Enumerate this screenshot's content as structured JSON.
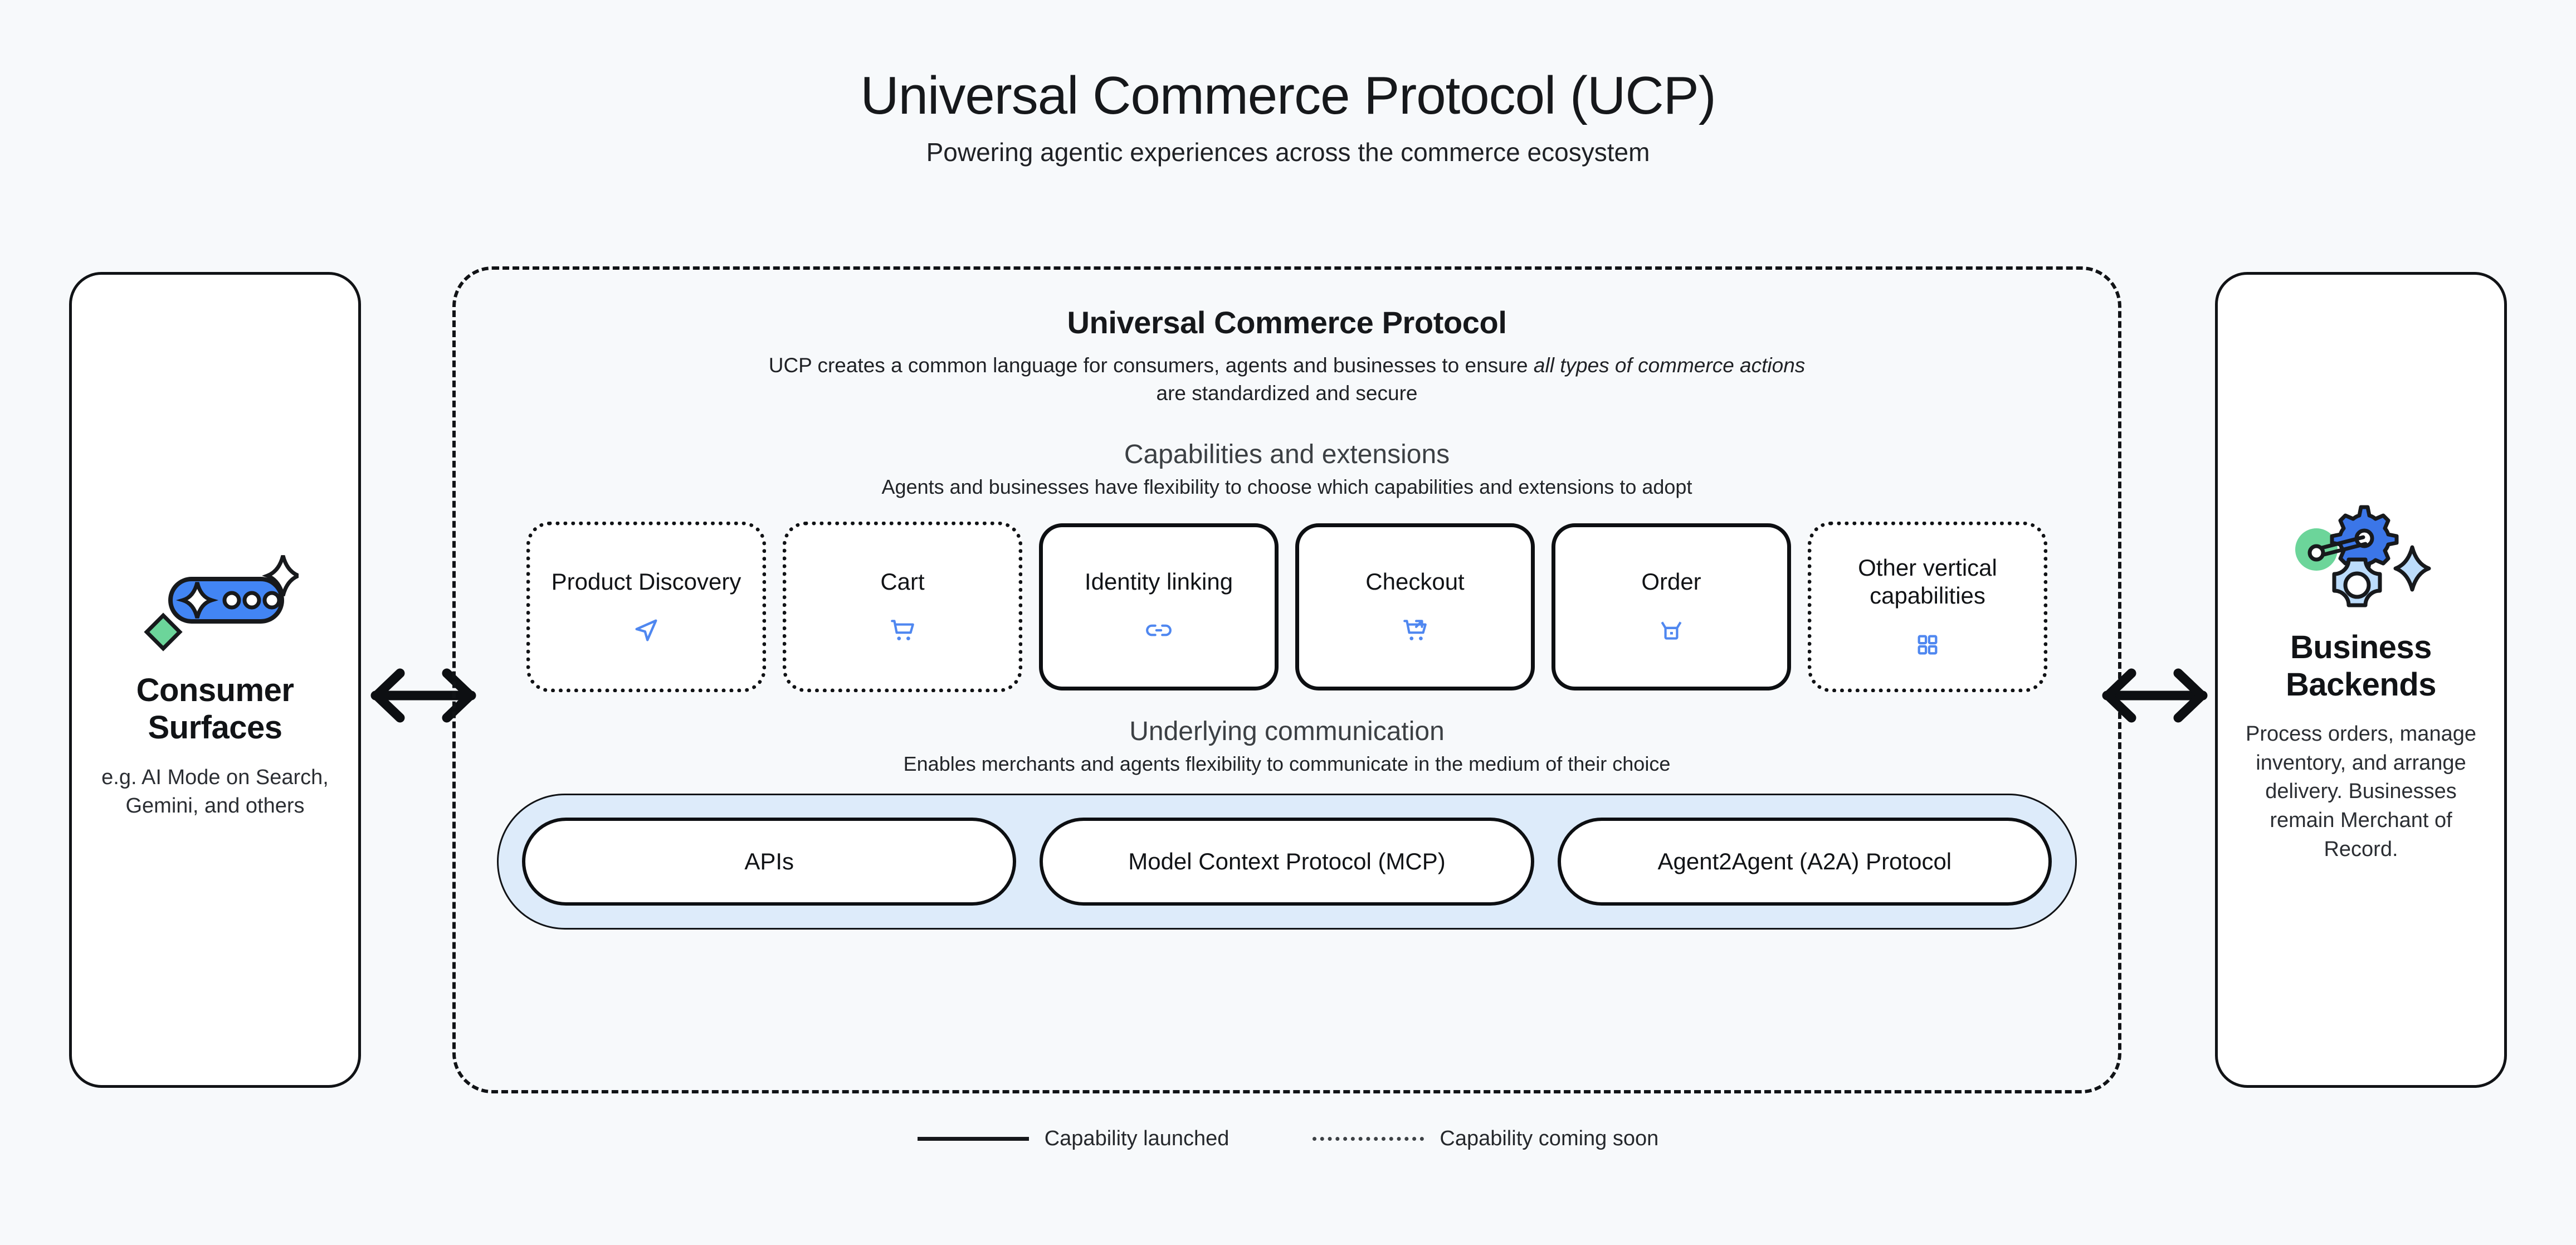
{
  "header": {
    "title": "Universal Commerce Protocol (UCP)",
    "subtitle": "Powering agentic experiences across the commerce ecosystem"
  },
  "left_panel": {
    "icon": "ai-chat-bubble-sparkle-icon",
    "title": "Consumer Surfaces",
    "description": "e.g. AI Mode on Search, Gemini, and others"
  },
  "right_panel": {
    "icon": "gears-cog-sparkle-icon",
    "title": "Business Backends",
    "description": "Process orders, manage inventory, and arrange delivery. Businesses remain Merchant of Record."
  },
  "arrows": {
    "left": "double-headed-arrow-icon",
    "right": "double-headed-arrow-icon"
  },
  "ucp": {
    "title": "Universal Commerce Protocol",
    "description_pre": "UCP creates a common language for consumers, agents and businesses to ensure ",
    "description_em": "all types of commerce actions",
    "description_post": " are standardized and secure"
  },
  "capabilities_section": {
    "title": "Capabilities and extensions",
    "subtitle": "Agents and businesses have flexibility to choose which capabilities and extensions to adopt",
    "cards": [
      {
        "label": "Product Discovery",
        "status": "soon",
        "icon": "navigation-arrow-icon"
      },
      {
        "label": "Cart",
        "status": "soon",
        "icon": "shopping-cart-icon"
      },
      {
        "label": "Identity linking",
        "status": "launched",
        "icon": "link-chain-icon"
      },
      {
        "label": "Checkout",
        "status": "launched",
        "icon": "cart-checkout-icon"
      },
      {
        "label": "Order",
        "status": "launched",
        "icon": "package-box-icon"
      },
      {
        "label": "Other vertical capabilities",
        "status": "soon",
        "icon": "grid-four-squares-icon"
      }
    ]
  },
  "communication_section": {
    "title": "Underlying communication",
    "subtitle": "Enables merchants and agents flexibility to communicate in the medium of their choice",
    "protocols": [
      {
        "label": "APIs"
      },
      {
        "label": "Model Context Protocol (MCP)"
      },
      {
        "label": "Agent2Agent (A2A) Protocol"
      }
    ]
  },
  "legend": [
    {
      "style": "solid",
      "label": "Capability launched"
    },
    {
      "style": "dotted",
      "label": "Capability coming soon"
    }
  ],
  "colors": {
    "background": "#f7f9fb",
    "icon_blue": "#4f87f0",
    "accent_blue": "#3b76e8",
    "accent_green": "#5fcc8e",
    "protocol_band": "#ddebfa",
    "stroke": "#111316"
  }
}
